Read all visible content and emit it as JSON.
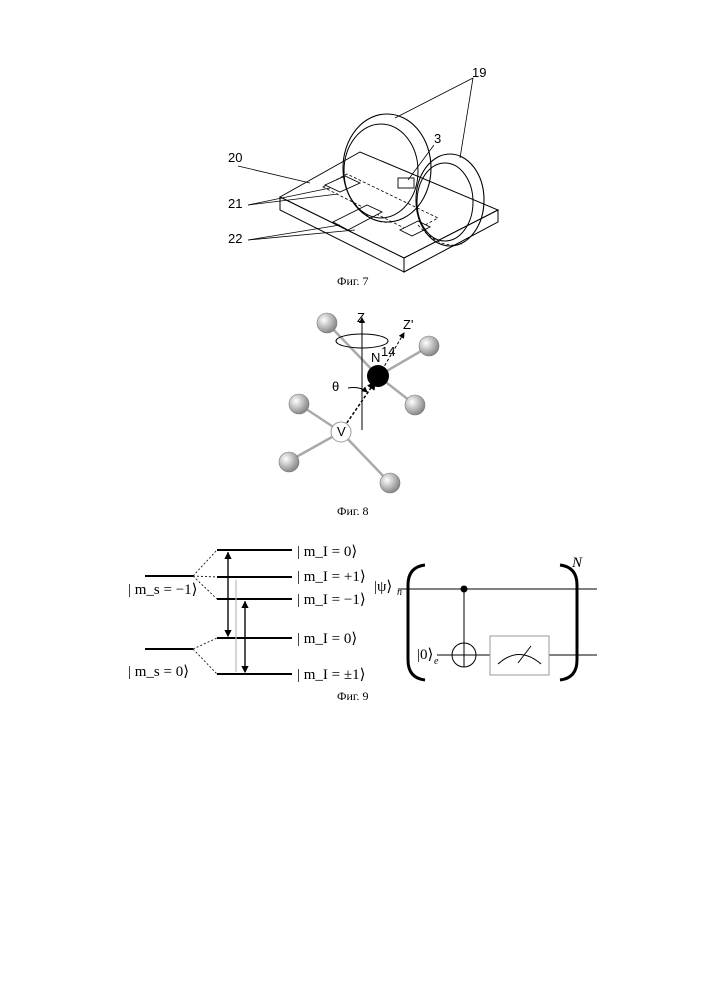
{
  "fig7": {
    "caption": "Фиг. 7",
    "labels": {
      "rings": "19",
      "part3": "3",
      "base": "20",
      "part21": "21",
      "part22": "22"
    }
  },
  "fig8": {
    "caption": "Фиг. 8",
    "labels": {
      "z": "Z",
      "z_prime": "Z'",
      "nitrogen": "N",
      "nitrogen_sup": "14",
      "theta": "θ",
      "vacancy": "V"
    }
  },
  "fig9": {
    "caption": "Фиг. 9",
    "levels": {
      "ms_minus1": "| m_s = −1⟩",
      "ms_0": "| m_s = 0⟩",
      "mi_0_top": "| m_I = 0⟩",
      "mi_plus1": "| m_I = +1⟩",
      "mi_minus1": "| m_I = −1⟩",
      "mi_0_bottom": "| m_I = 0⟩",
      "mi_pm1": "| m_I = ±1⟩"
    },
    "circuit": {
      "psi": "|ψ⟩",
      "psi_sub": "n",
      "zero": "|0⟩",
      "zero_sub": "e",
      "power": "N"
    }
  }
}
